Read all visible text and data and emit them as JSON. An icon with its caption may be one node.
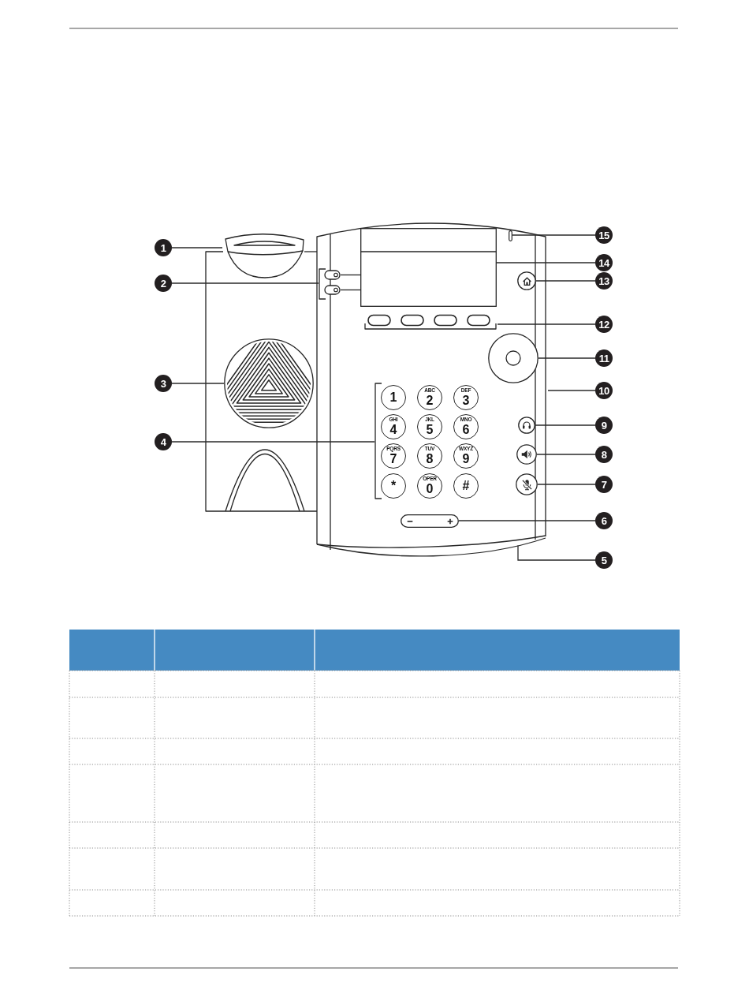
{
  "diagram": {
    "nodes": [
      {
        "text": [
          "1"
        ]
      },
      {
        "text": [
          "2"
        ]
      },
      {
        "text": [
          "3"
        ]
      },
      {
        "text": [
          "4"
        ]
      },
      {
        "text": [
          "5"
        ]
      },
      {
        "text": [
          "6"
        ]
      },
      {
        "text": [
          "7"
        ]
      },
      {
        "text": [
          "8"
        ]
      },
      {
        "text": [
          "9"
        ]
      },
      {
        "text": [
          "10"
        ]
      },
      {
        "text": [
          "11"
        ]
      },
      {
        "text": [
          "12"
        ]
      },
      {
        "text": [
          "13"
        ]
      },
      {
        "text": [
          "14"
        ]
      },
      {
        "text": [
          "15"
        ]
      },
      {
        "text": [],
        "shape": "picture"
      },
      {
        "text": [],
        "shape": "box",
        "in": 15
      },
      {
        "text": [],
        "shape": "bar",
        "in": 15
      },
      {
        "text": [],
        "shape": "picture"
      },
      {
        "text": [],
        "shape": "picture",
        "in": 15
      },
      {
        "text": [],
        "shape": "circle",
        "in": 15
      },
      {
        "text": [],
        "shape": "picture",
        "in": 15
      },
      {
        "text": [],
        "shape": "circle",
        "in": 15
      },
      {
        "text": [],
        "shape": "circle"
      },
      {
        "text": [],
        "shape": "picture",
        "in": 15
      },
      {
        "text": [
          "1"
        ],
        "in": 24
      },
      {
        "text": [
          "ABC",
          "2"
        ],
        "in": 24
      },
      {
        "text": [
          "DEF",
          "3"
        ],
        "in": 24
      },
      {
        "text": [
          "GHI",
          "4"
        ],
        "in": 24
      },
      {
        "text": [
          "JKL",
          "5"
        ],
        "in": 24
      },
      {
        "text": [
          "MNO",
          "6"
        ],
        "in": 24
      },
      {
        "text": [
          "PQRS",
          "7"
        ],
        "in": 24
      },
      {
        "text": [
          "TUV",
          "8"
        ],
        "in": 24
      },
      {
        "text": [
          "WXYZ",
          "9"
        ],
        "in": 24
      },
      {
        "text": [
          "*"
        ],
        "in": 24
      },
      {
        "text": [
          "OPER",
          "0"
        ],
        "in": 24
      },
      {
        "text": [
          "#"
        ],
        "in": 24
      },
      {
        "text": [],
        "shape": "circle",
        "in": 15
      },
      {
        "text": [],
        "shape": "circle",
        "in": 15
      },
      {
        "text": [],
        "shape": "circle",
        "in": 15
      },
      {
        "text": [],
        "shape": "box",
        "in": 15
      },
      {
        "text": [],
        "shape": "picture",
        "in": 15
      }
    ],
    "edges": [
      {
        "from": 0,
        "to": 18,
        "arrow": "none"
      },
      {
        "from": 1,
        "to": 19,
        "arrow": "none"
      },
      {
        "from": 2,
        "to": 23,
        "arrow": "none"
      },
      {
        "from": 3,
        "to": 24,
        "arrow": "none"
      },
      {
        "from": 4,
        "to": 41,
        "arrow": "none"
      },
      {
        "from": 5,
        "to": 40,
        "arrow": "none"
      },
      {
        "from": 6,
        "to": 39,
        "arrow": "none"
      },
      {
        "from": 7,
        "to": 38,
        "arrow": "none"
      },
      {
        "from": 8,
        "to": 37,
        "arrow": "none"
      },
      {
        "from": 9,
        "to": 15,
        "arrow": "none"
      },
      {
        "from": 10,
        "to": 22,
        "arrow": "none"
      },
      {
        "from": 11,
        "to": 21,
        "arrow": "none"
      },
      {
        "from": 12,
        "to": 20,
        "arrow": "none"
      },
      {
        "from": 13,
        "to": 16,
        "arrow": "none"
      },
      {
        "from": 14,
        "to": 17,
        "arrow": "none"
      }
    ]
  }
}
